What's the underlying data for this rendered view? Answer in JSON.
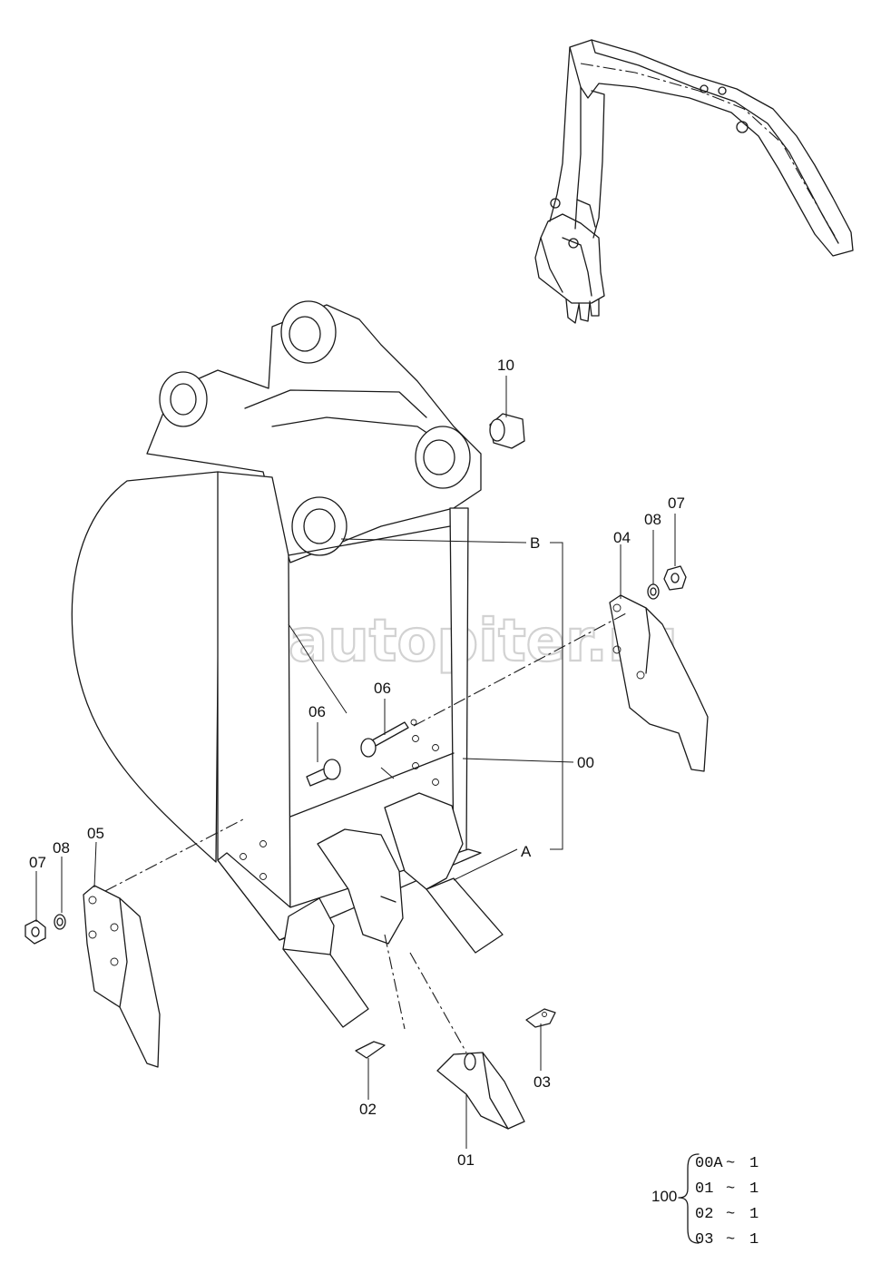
{
  "watermark": {
    "text": "autopiter.ru",
    "icon": "a-arrow-logo-icon"
  },
  "parts": [
    {
      "id": "10",
      "label": "10"
    },
    {
      "id": "08-right",
      "label": "08"
    },
    {
      "id": "07-right",
      "label": "07"
    },
    {
      "id": "04",
      "label": "04"
    },
    {
      "id": "B",
      "label": "B"
    },
    {
      "id": "06-upper",
      "label": "06"
    },
    {
      "id": "06-lower",
      "label": "06"
    },
    {
      "id": "00",
      "label": "00"
    },
    {
      "id": "05",
      "label": "05"
    },
    {
      "id": "08-left",
      "label": "08"
    },
    {
      "id": "07-left",
      "label": "07"
    },
    {
      "id": "A",
      "label": "A"
    },
    {
      "id": "02",
      "label": "02"
    },
    {
      "id": "03",
      "label": "03"
    },
    {
      "id": "01",
      "label": "01"
    }
  ],
  "kit": {
    "group": "100",
    "rows": [
      {
        "part": "00A",
        "sep": "~",
        "qty": "1"
      },
      {
        "part": "01",
        "sep": "~",
        "qty": "1"
      },
      {
        "part": "02",
        "sep": "~",
        "qty": "1"
      },
      {
        "part": "03",
        "sep": "~",
        "qty": "1"
      }
    ]
  }
}
